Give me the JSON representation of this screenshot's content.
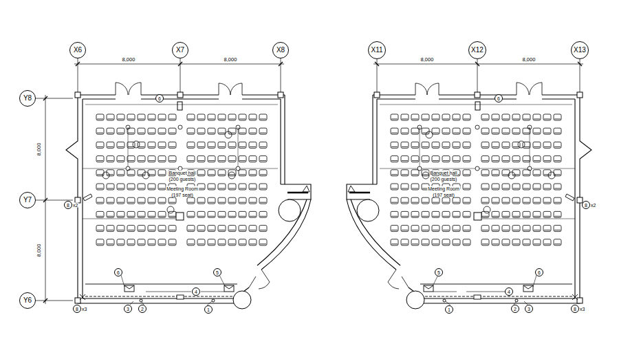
{
  "diagram": {
    "nodes": [
      {
        "text": [
          "X6"
        ]
      },
      {
        "text": [
          "X7"
        ]
      },
      {
        "text": [
          "X8"
        ]
      },
      {
        "text": [
          "Y8"
        ]
      },
      {
        "text": [
          "Y7"
        ]
      },
      {
        "text": [
          "Y6"
        ]
      },
      {
        "text": [
          "6"
        ]
      },
      {
        "text": [
          "6"
        ]
      },
      {
        "text": [
          "5"
        ]
      },
      {
        "text": [
          "4"
        ]
      },
      {
        "text": [
          "3"
        ]
      },
      {
        "text": [
          "2"
        ]
      },
      {
        "text": [
          "1"
        ]
      },
      {
        "text": [
          "8",
          "x3"
        ]
      },
      {
        "text": [
          "8",
          "x2"
        ]
      },
      {
        "text": [
          "X11"
        ]
      },
      {
        "text": [
          "X12"
        ]
      },
      {
        "text": [
          "X13"
        ]
      },
      {
        "text": [
          "6"
        ]
      },
      {
        "text": [
          "5"
        ]
      },
      {
        "text": [
          "6"
        ]
      },
      {
        "text": [
          "4"
        ]
      },
      {
        "text": [
          "1"
        ]
      },
      {
        "text": [
          "2"
        ]
      },
      {
        "text": [
          "3"
        ]
      },
      {
        "text": [
          "8",
          "x3"
        ]
      },
      {
        "text": [
          "8",
          "x2"
        ]
      }
    ],
    "labels": [
      "8,000",
      "8,000",
      "8,000",
      "8,000",
      "Banquet hall",
      "(200 guests)",
      "Meeting Room",
      "(197 seat)",
      "8,000",
      "8,000",
      "Banquet hall",
      "(200 guests)",
      "Meeting Room",
      "(197 seat)"
    ]
  }
}
